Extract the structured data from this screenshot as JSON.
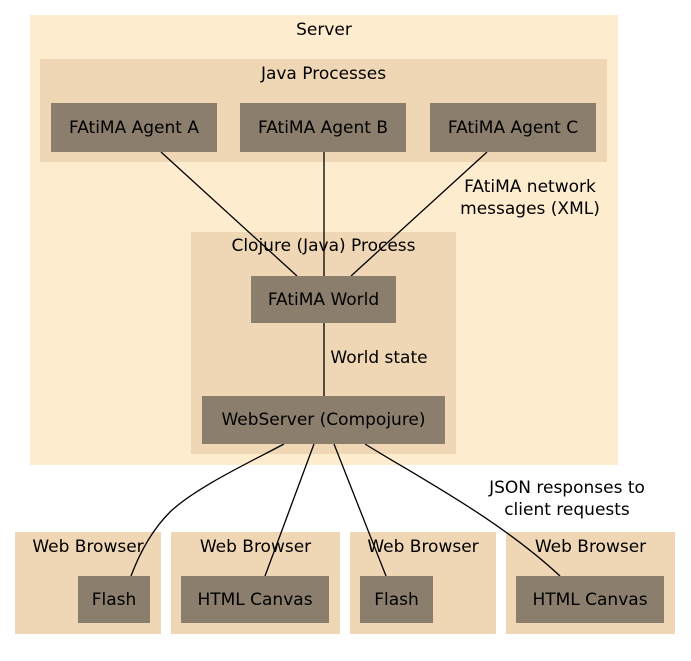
{
  "server": {
    "title": "Server",
    "java_processes": {
      "title": "Java Processes",
      "agents": [
        "FAtiMA Agent A",
        "FAtiMA Agent B",
        "FAtiMA Agent C"
      ]
    },
    "clojure_process": {
      "title": "Clojure (Java) Process",
      "world": "FAtiMA World",
      "webserver": "WebServer (Compojure)"
    }
  },
  "edge_labels": {
    "network_line1": "FAtiMA network",
    "network_line2": "messages (XML)",
    "world_state": "World state",
    "json_line1": "JSON responses to",
    "json_line2": "client requests"
  },
  "browsers": [
    {
      "title": "Web Browser",
      "client": "Flash"
    },
    {
      "title": "Web Browser",
      "client": "HTML Canvas"
    },
    {
      "title": "Web Browser",
      "client": "Flash"
    },
    {
      "title": "Web Browser",
      "client": "HTML Canvas"
    }
  ],
  "colors": {
    "server_bg": "#feeccf",
    "cluster_bg": "#efd6b5",
    "node_fill": "#8b7e6d"
  }
}
